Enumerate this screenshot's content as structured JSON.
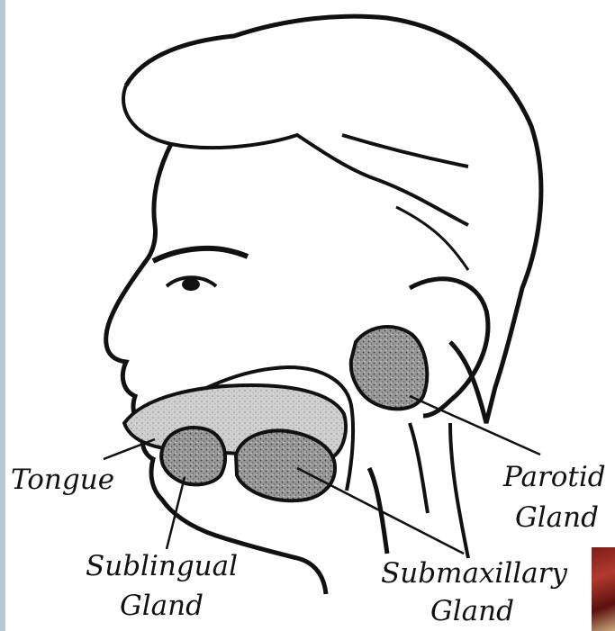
{
  "labels": {
    "tongue": "Tongue",
    "parotid_line1": "Parotid",
    "parotid_line2": "Gland",
    "sublingual_line1": "Sublingual",
    "sublingual_line2": "Gland",
    "submaxillary_line1": "Submaxillary",
    "submaxillary_line2": "Gland"
  },
  "colors": {
    "ink": "#111111",
    "gland_fill": "#8a8a8a",
    "tongue_fill": "#c9c9c9",
    "frame_bar": "#b9c7d4"
  }
}
